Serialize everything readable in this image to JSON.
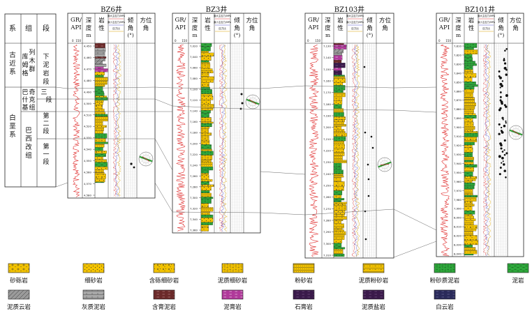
{
  "strat": {
    "headers": [
      "系",
      "组",
      "段"
    ],
    "systems": [
      "古近系",
      "白垩系"
    ],
    "groups": [
      "库姆格列木群",
      "巴什基奇克组",
      "巴西改组"
    ],
    "sections": [
      "下泥岩段",
      "三段",
      "第二段",
      "第一段"
    ]
  },
  "track_headers": {
    "gr": "GR/API",
    "depth": "深度/m",
    "lith": "岩性",
    "stress_max": "最大主应力/MPa",
    "stress_min": "最小主应力/MPa",
    "stress_ratio": "应力比",
    "dip": "倾角/(°)",
    "azimuth": "方位角"
  },
  "gr_scale": {
    "min": "0",
    "max": "150"
  },
  "wells": [
    {
      "name": "BZ6井",
      "depths": [
        "4,450",
        "4,460",
        "4,470",
        "4,480",
        "4,490",
        "4,500",
        "4,510",
        "4,520",
        "4,530",
        "4,540",
        "4,550",
        "4,560",
        "4,570",
        "4,580"
      ]
    },
    {
      "name": "BZ3井",
      "depths": [
        "7,020",
        "7,040",
        "7,060",
        "7,080",
        "7,100",
        "7,120",
        "7,140",
        "7,160",
        "7,180",
        "7,200",
        "7,220",
        "7,240",
        "7,260",
        "7,280",
        "7,300",
        "7,320",
        "7,340",
        "7,360"
      ]
    },
    {
      "name": "BZ103井",
      "depths": [
        "7,130",
        "7,140",
        "7,150",
        "7,160",
        "7,170",
        "7,180",
        "7,190",
        "7,200",
        "7,210",
        "7,220",
        "7,230",
        "7,240",
        "7,250",
        "7,260",
        "7,270",
        "7,280",
        "7,290",
        "7,300",
        "7,310"
      ]
    },
    {
      "name": "BZ101井",
      "depths": [
        "7,810",
        "7,820",
        "7,830",
        "7,840",
        "7,850",
        "7,860",
        "7,870",
        "7,880",
        "7,890",
        "7,900",
        "7,910",
        "7,920",
        "7,930",
        "7,940",
        "7,950",
        "7,960",
        "7,970",
        "7,980",
        "7,990",
        "8,000",
        "8,010",
        "8,020",
        "8,030",
        "8,040"
      ]
    }
  ],
  "legend": [
    {
      "label": "砂砾岩",
      "color": "#f2c200",
      "pattern": "gravel"
    },
    {
      "label": "细砂岩",
      "color": "#f2c200",
      "pattern": "dots"
    },
    {
      "label": "含砾细砂岩",
      "color": "#f2c200",
      "pattern": "dotgravel"
    },
    {
      "label": "泥质细砂岩",
      "color": "#f2c200",
      "pattern": "dashdots"
    },
    {
      "label": "粉砂岩",
      "color": "#f2c200",
      "pattern": "fine"
    },
    {
      "label": "泥质粉砂岩",
      "color": "#f2c200",
      "pattern": "dashfine"
    },
    {
      "label": "粉砂质泥岩",
      "color": "#2fa83c",
      "pattern": "dashdots"
    },
    {
      "label": "泥岩",
      "color": "#2fa83c",
      "pattern": "dash"
    },
    {
      "label": "泥质云岩",
      "color": "#9a9a9a",
      "pattern": "diag"
    },
    {
      "label": "灰质泥岩",
      "color": "#a8a8a8",
      "pattern": "lime"
    },
    {
      "label": "含膏泥岩",
      "color": "#6b2a2a",
      "pattern": "dash"
    },
    {
      "label": "泥膏岩",
      "color": "#b0399a",
      "pattern": "dash"
    },
    {
      "label": "石膏岩",
      "color": "#3a1a4a",
      "pattern": "dash"
    },
    {
      "label": "泥质盐岩",
      "color": "#3a2a3a",
      "pattern": "dash"
    },
    {
      "label": "白云岩",
      "color": "#2a2a5a",
      "pattern": "dash"
    }
  ]
}
